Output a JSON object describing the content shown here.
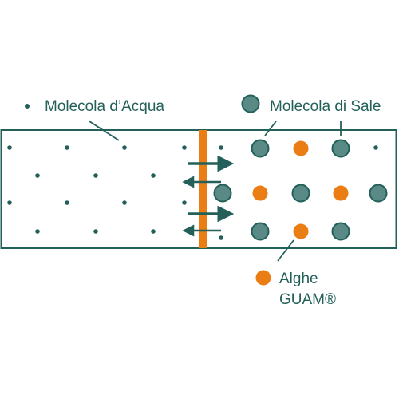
{
  "labels": {
    "water": "Molecola d’Acqua",
    "salt": "Molecola di Sale",
    "algae_line1": "Alghe",
    "algae_line2": "GUAM®"
  },
  "colors": {
    "teal": "#23605a",
    "salt_fill": "#5a8a86",
    "algae": "#ea7d14",
    "background": "#ffffff"
  }
}
